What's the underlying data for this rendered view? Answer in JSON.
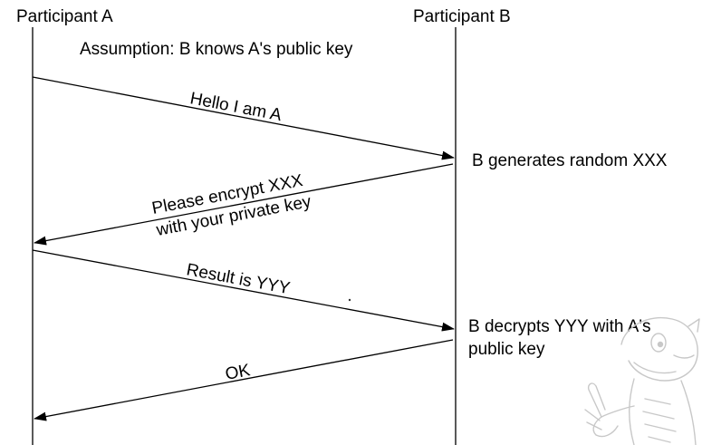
{
  "participants": {
    "a": "Participant A",
    "b": "Participant B"
  },
  "assumption": "Assumption: B knows A's public key",
  "messages": [
    {
      "label": "Hello I am  A"
    },
    {
      "label_line1": "Please encrypt XXX",
      "label_line2": "with your private key"
    },
    {
      "label": "Result is YYY"
    },
    {
      "label": "OK"
    }
  ],
  "notes": {
    "generates": "B generates random XXX",
    "decrypts_line1": "B decrypts YYY with A's",
    "decrypts_line2": "public key"
  },
  "colors": {
    "line": "#000000",
    "mascot": "#c8c8c8"
  },
  "decorations": {
    "mascot_icon": "dinosaur-pointing-mascot"
  }
}
